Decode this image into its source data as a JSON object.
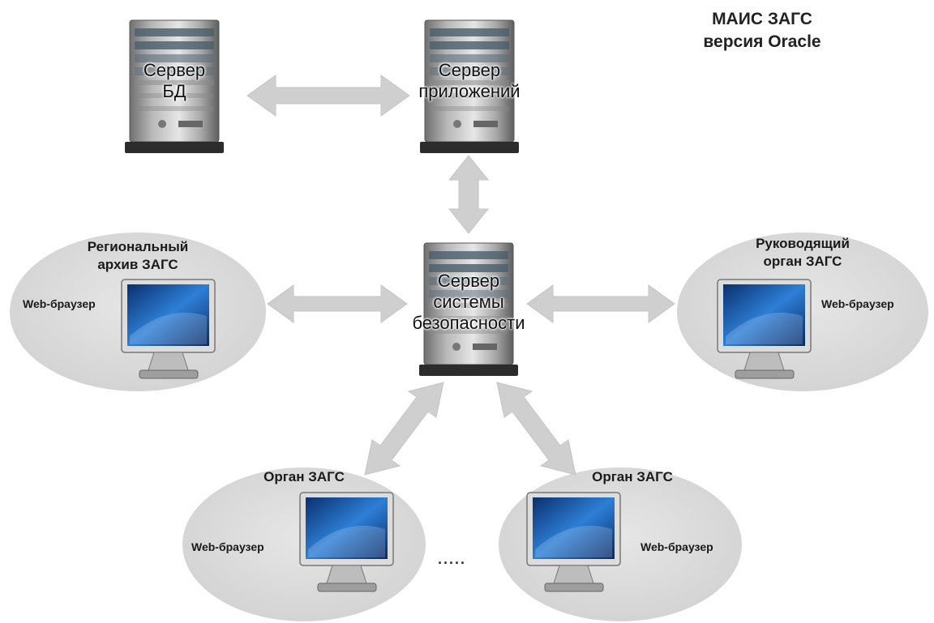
{
  "title": {
    "line1": "МАИС ЗАГС",
    "line2": "версия Oracle"
  },
  "servers": {
    "db": {
      "line1": "Сервер",
      "line2": "БД"
    },
    "app": {
      "line1": "Сервер",
      "line2": "приложений"
    },
    "sec": {
      "line1": "Сервер",
      "line2": "системы",
      "line3": "безопасности"
    }
  },
  "nodes": {
    "regional_archive": {
      "line1": "Региональный",
      "line2": "архив ЗАГС",
      "browser": "Web-браузер"
    },
    "governing_body": {
      "line1": "Руководящий",
      "line2": "орган ЗАГС",
      "browser": "Web-браузер"
    },
    "registry_office_1": {
      "line1": "Орган ЗАГС",
      "browser": "Web-браузер"
    },
    "registry_office_2": {
      "line1": "Орган ЗАГС",
      "browser": "Web-браузер"
    }
  },
  "ellipsis": ".....",
  "colors": {
    "ellipse_fill": "#d9d9d9",
    "arrow_fill": "#cfcfcf",
    "server_body": "#9a9a9a",
    "screen_blue": "#1f5fb5"
  }
}
